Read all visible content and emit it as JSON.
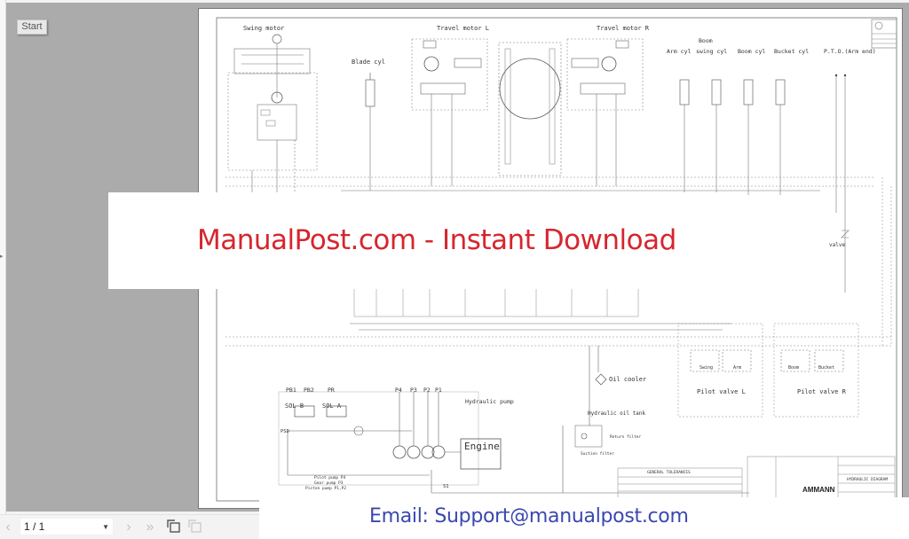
{
  "viewer": {
    "start_button": "Start",
    "page_selector": {
      "value": "1 / 1"
    },
    "nav": {
      "prev": "‹",
      "next": "›",
      "last": "»"
    }
  },
  "schematic": {
    "titles": {
      "swing_motor": "Swing motor",
      "travel_motor_l": "Travel motor L",
      "travel_motor_r": "Travel motor R",
      "blade_cyl": "Blade cyl",
      "arm_cyl": "Arm cyl",
      "boom_swing_cyl_1": "Boom",
      "boom_swing_cyl_2": "swing cyl",
      "boom_cyl": "Boom cyl",
      "bucket_cyl": "Bucket cyl",
      "pto": "P.T.O.(Arm end)",
      "valve": "valve",
      "hydraulic_pump": "Hydraulic pump",
      "engine": "Engine",
      "oil_cooler": "Oil cooler",
      "hydraulic_oil_tank": "Hydraulic oil tank",
      "pilot_valve_l": "Pilot valve L",
      "pilot_valve_r": "Pilot valve R",
      "swing": "Swing",
      "arm": "Arm",
      "boom": "Boom",
      "bucket": "Bucket",
      "sol_b": "SOL B",
      "sol_a": "SOL A",
      "pb1": "PB1",
      "pb2": "PB2",
      "pr": "PR",
      "p4": "P4",
      "p3": "P3",
      "p2": "P2",
      "p1": "P1",
      "psd": "PSD",
      "s1": "S1",
      "pilot_pump": "Pilot pump P4",
      "gear_pump": "Gear pump P3",
      "piston_pump": "Piston pump P1,P2",
      "return_filter": "Return filter",
      "suction_filter": "Suction filter",
      "brand": "AMMANN",
      "drawing_title": "HYDRAULIC DIAGRAM",
      "general_tolerances": "GENERAL TOLERANCES"
    }
  },
  "watermark": {
    "main": "ManualPost.com - Instant Download",
    "email": "Email: Support@manualpost.com"
  },
  "colors": {
    "watermark_red": "#d6262e",
    "email_blue": "#3b47b0",
    "canvas_gray": "#ababab"
  }
}
